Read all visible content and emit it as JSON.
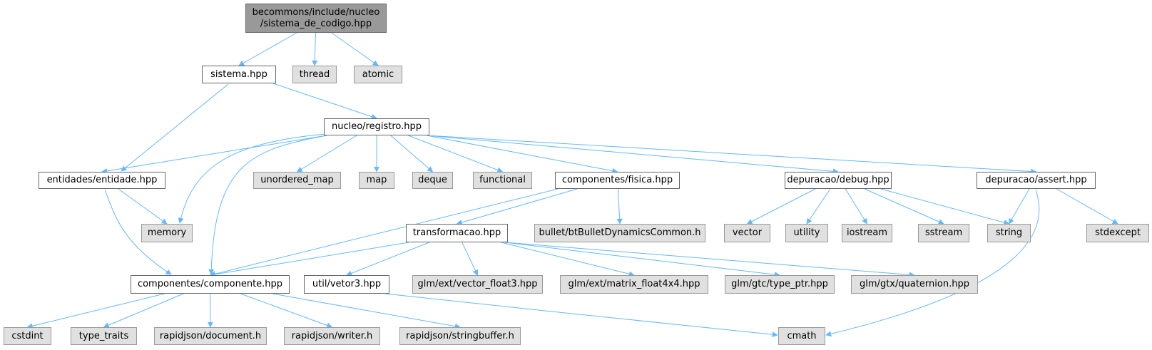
{
  "colors": {
    "edge": "#63b8ff",
    "root_fill": "#999999",
    "local_fill": "#ffffff",
    "system_fill": "#e0e0e0",
    "border": "#666666",
    "system_border": "#999999"
  },
  "nodes": [
    {
      "id": "root",
      "lines": [
        "becommons/include/nucleo",
        "/sistema_de_codigo.hpp"
      ],
      "kind": "root"
    },
    {
      "id": "sistema",
      "lines": [
        "sistema.hpp"
      ],
      "kind": "local"
    },
    {
      "id": "thread",
      "lines": [
        "thread"
      ],
      "kind": "system"
    },
    {
      "id": "atomic",
      "lines": [
        "atomic"
      ],
      "kind": "system"
    },
    {
      "id": "registro",
      "lines": [
        "nucleo/registro.hpp"
      ],
      "kind": "local"
    },
    {
      "id": "entidade",
      "lines": [
        "entidades/entidade.hpp"
      ],
      "kind": "local"
    },
    {
      "id": "unordered_map",
      "lines": [
        "unordered_map"
      ],
      "kind": "system"
    },
    {
      "id": "map",
      "lines": [
        "map"
      ],
      "kind": "system"
    },
    {
      "id": "deque",
      "lines": [
        "deque"
      ],
      "kind": "system"
    },
    {
      "id": "functional",
      "lines": [
        "functional"
      ],
      "kind": "system"
    },
    {
      "id": "fisica",
      "lines": [
        "componentes/fisica.hpp"
      ],
      "kind": "local"
    },
    {
      "id": "debug",
      "lines": [
        "depuracao/debug.hpp"
      ],
      "kind": "local"
    },
    {
      "id": "assert",
      "lines": [
        "depuracao/assert.hpp"
      ],
      "kind": "local"
    },
    {
      "id": "memory",
      "lines": [
        "memory"
      ],
      "kind": "system"
    },
    {
      "id": "transformacao",
      "lines": [
        "transformacao.hpp"
      ],
      "kind": "local"
    },
    {
      "id": "bullet",
      "lines": [
        "bullet/btBulletDynamicsCommon.h"
      ],
      "kind": "system"
    },
    {
      "id": "vector",
      "lines": [
        "vector"
      ],
      "kind": "system"
    },
    {
      "id": "utility",
      "lines": [
        "utility"
      ],
      "kind": "system"
    },
    {
      "id": "iostream",
      "lines": [
        "iostream"
      ],
      "kind": "system"
    },
    {
      "id": "sstream",
      "lines": [
        "sstream"
      ],
      "kind": "system"
    },
    {
      "id": "string",
      "lines": [
        "string"
      ],
      "kind": "system"
    },
    {
      "id": "stdexcept",
      "lines": [
        "stdexcept"
      ],
      "kind": "system"
    },
    {
      "id": "componente",
      "lines": [
        "componentes/componente.hpp"
      ],
      "kind": "local"
    },
    {
      "id": "vetor3",
      "lines": [
        "util/vetor3.hpp"
      ],
      "kind": "local"
    },
    {
      "id": "vector_float3",
      "lines": [
        "glm/ext/vector_float3.hpp"
      ],
      "kind": "system"
    },
    {
      "id": "matrix_float4x4",
      "lines": [
        "glm/ext/matrix_float4x4.hpp"
      ],
      "kind": "system"
    },
    {
      "id": "type_ptr",
      "lines": [
        "glm/gtc/type_ptr.hpp"
      ],
      "kind": "system"
    },
    {
      "id": "quaternion",
      "lines": [
        "glm/gtx/quaternion.hpp"
      ],
      "kind": "system"
    },
    {
      "id": "cstdint",
      "lines": [
        "cstdint"
      ],
      "kind": "system"
    },
    {
      "id": "type_traits",
      "lines": [
        "type_traits"
      ],
      "kind": "system"
    },
    {
      "id": "document",
      "lines": [
        "rapidjson/document.h"
      ],
      "kind": "system"
    },
    {
      "id": "writer",
      "lines": [
        "rapidjson/writer.h"
      ],
      "kind": "system"
    },
    {
      "id": "stringbuffer",
      "lines": [
        "rapidjson/stringbuffer.h"
      ],
      "kind": "system"
    },
    {
      "id": "cmath",
      "lines": [
        "cmath"
      ],
      "kind": "system"
    }
  ],
  "edges": [
    {
      "from": "root",
      "to": "sistema"
    },
    {
      "from": "root",
      "to": "thread"
    },
    {
      "from": "root",
      "to": "atomic"
    },
    {
      "from": "sistema",
      "to": "entidade"
    },
    {
      "from": "sistema",
      "to": "registro"
    },
    {
      "from": "registro",
      "to": "entidade"
    },
    {
      "from": "registro",
      "to": "memory"
    },
    {
      "from": "registro",
      "to": "componente"
    },
    {
      "from": "registro",
      "to": "unordered_map"
    },
    {
      "from": "registro",
      "to": "map"
    },
    {
      "from": "registro",
      "to": "deque"
    },
    {
      "from": "registro",
      "to": "functional"
    },
    {
      "from": "registro",
      "to": "fisica"
    },
    {
      "from": "registro",
      "to": "debug"
    },
    {
      "from": "registro",
      "to": "assert"
    },
    {
      "from": "entidade",
      "to": "memory"
    },
    {
      "from": "entidade",
      "to": "componente"
    },
    {
      "from": "fisica",
      "to": "componente"
    },
    {
      "from": "fisica",
      "to": "transformacao"
    },
    {
      "from": "fisica",
      "to": "bullet"
    },
    {
      "from": "debug",
      "to": "vector"
    },
    {
      "from": "debug",
      "to": "utility"
    },
    {
      "from": "debug",
      "to": "iostream"
    },
    {
      "from": "debug",
      "to": "sstream"
    },
    {
      "from": "debug",
      "to": "string"
    },
    {
      "from": "assert",
      "to": "string"
    },
    {
      "from": "assert",
      "to": "stdexcept"
    },
    {
      "from": "assert",
      "to": "cmath"
    },
    {
      "from": "transformacao",
      "to": "componente"
    },
    {
      "from": "transformacao",
      "to": "vetor3"
    },
    {
      "from": "transformacao",
      "to": "vector_float3"
    },
    {
      "from": "transformacao",
      "to": "matrix_float4x4"
    },
    {
      "from": "transformacao",
      "to": "type_ptr"
    },
    {
      "from": "transformacao",
      "to": "quaternion"
    },
    {
      "from": "componente",
      "to": "cstdint"
    },
    {
      "from": "componente",
      "to": "type_traits"
    },
    {
      "from": "componente",
      "to": "document"
    },
    {
      "from": "componente",
      "to": "writer"
    },
    {
      "from": "componente",
      "to": "stringbuffer"
    },
    {
      "from": "vetor3",
      "to": "cmath"
    }
  ]
}
